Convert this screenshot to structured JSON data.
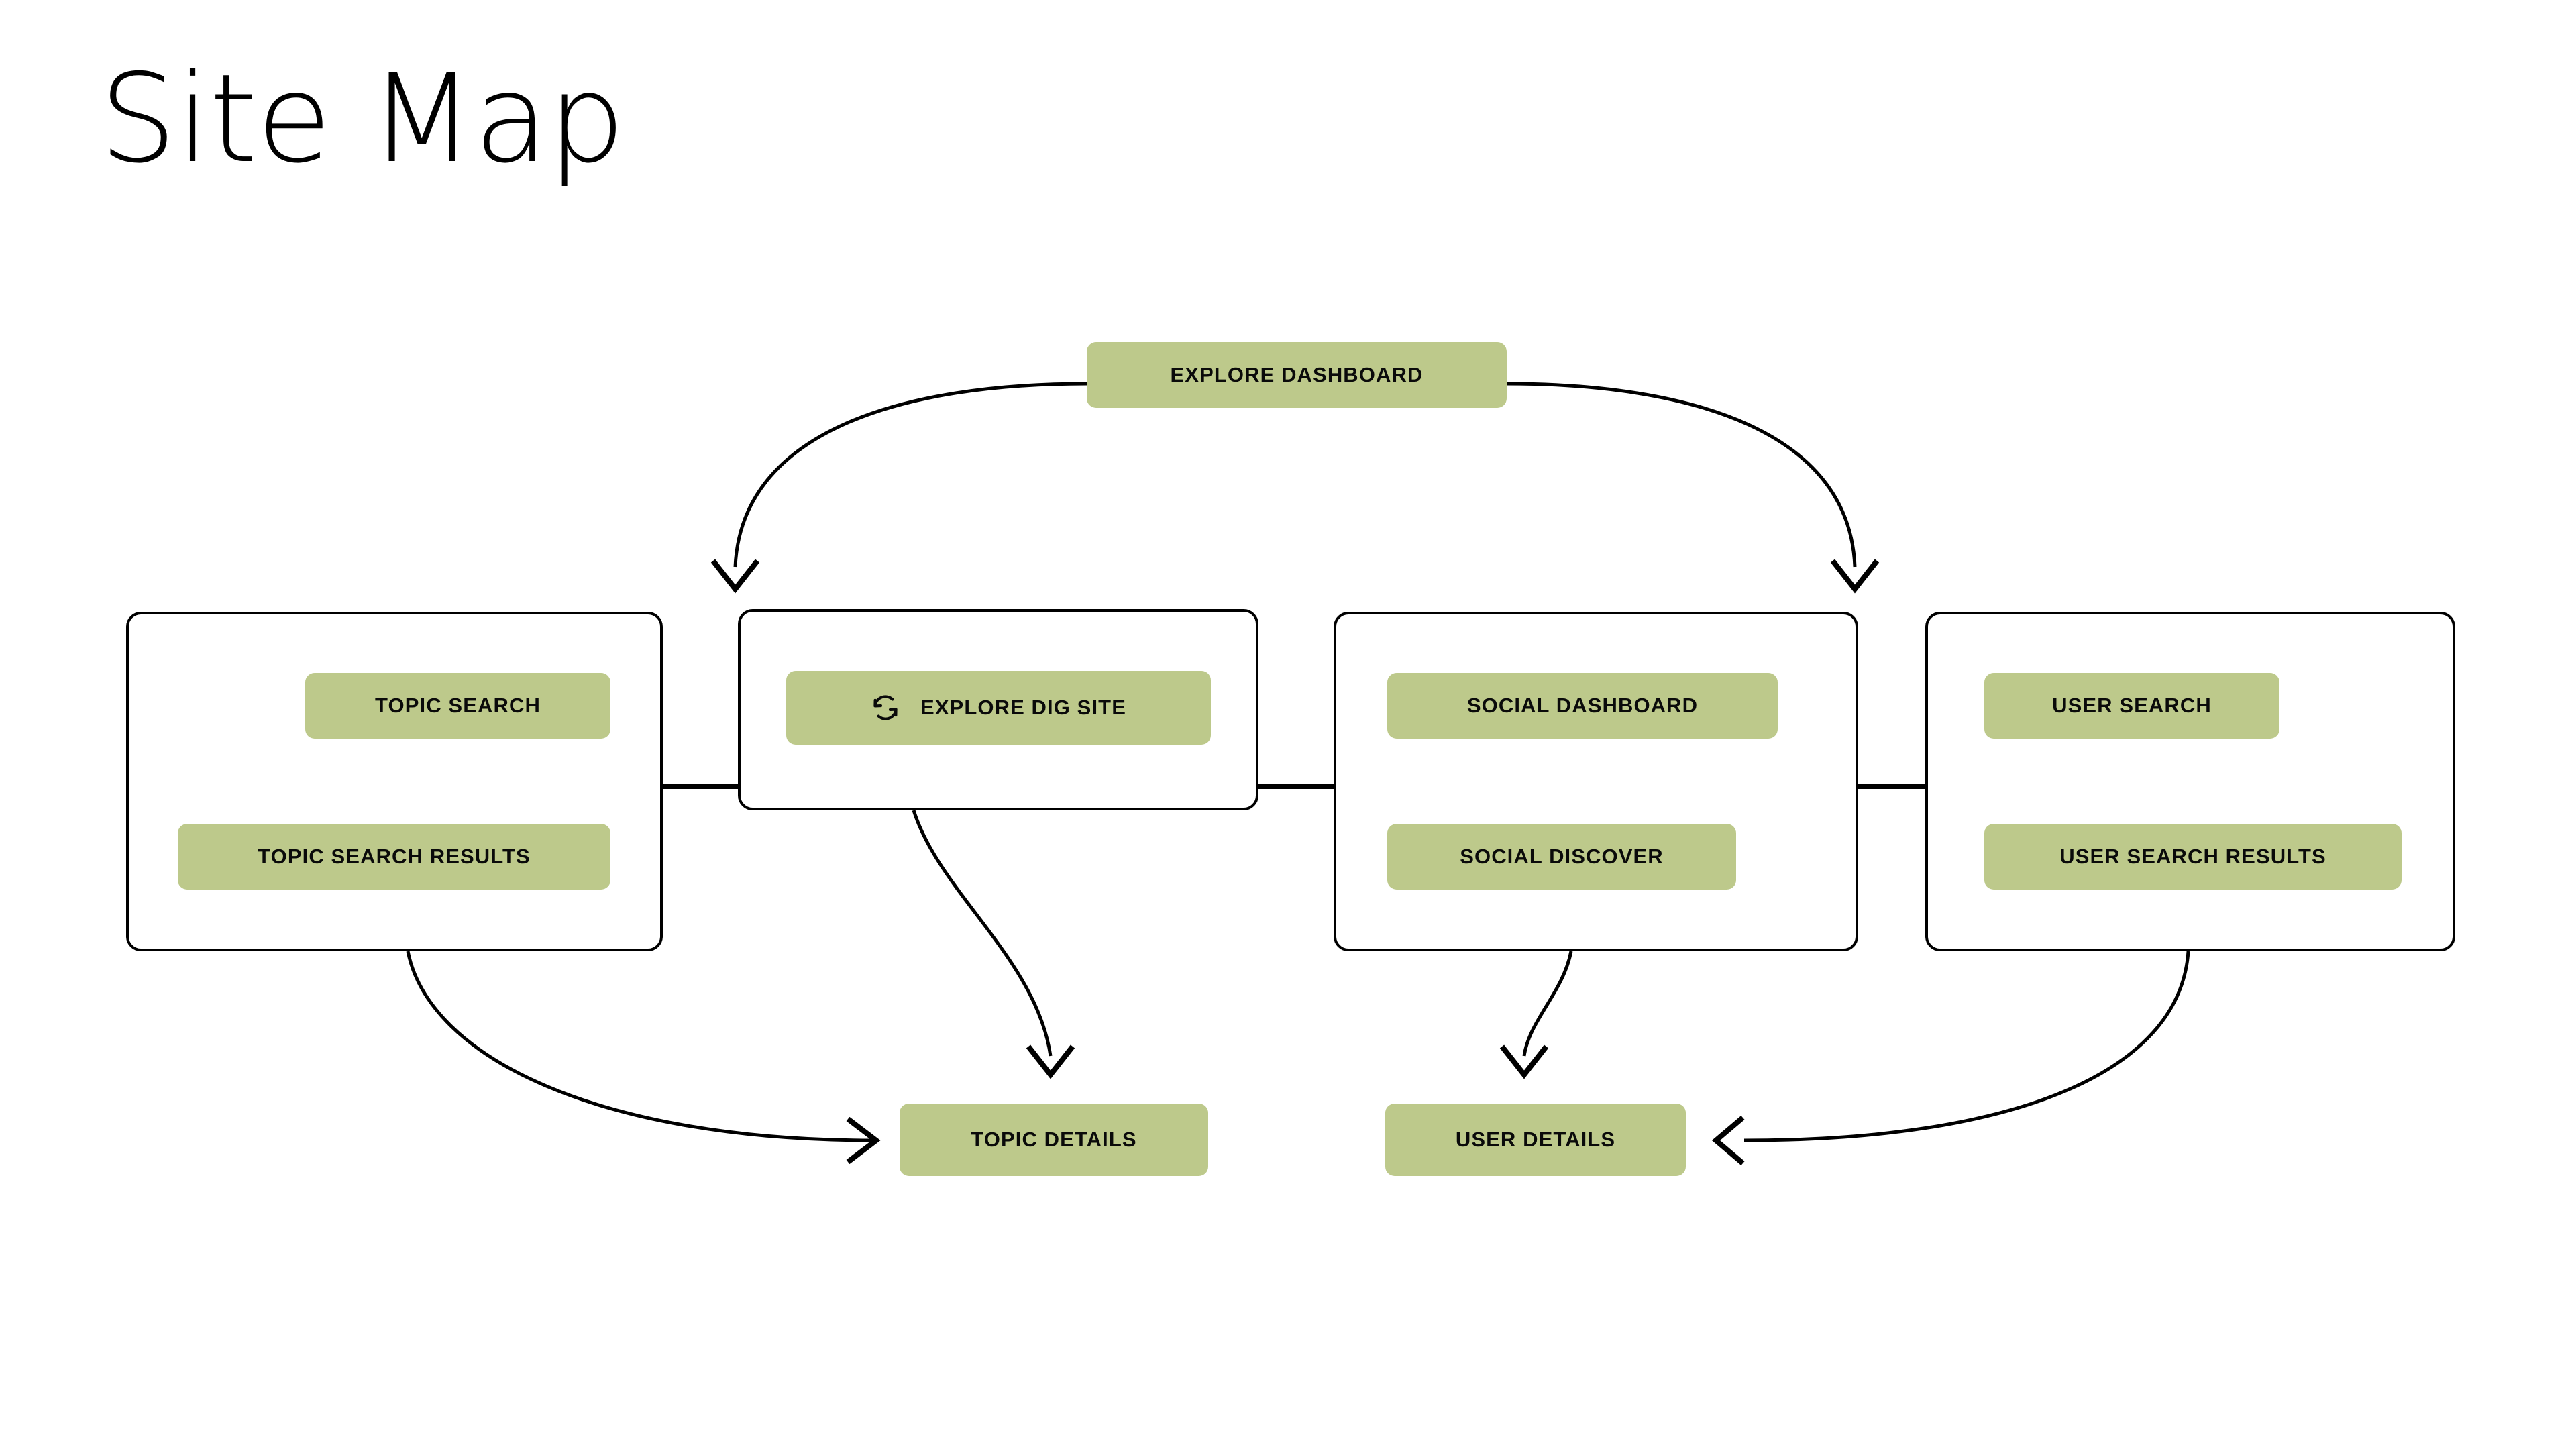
{
  "page": {
    "title": "Site Map",
    "background": "#ffffff",
    "accent_green": "#bdc98b",
    "stroke_color": "#000000",
    "text_color": "#0a0a0a"
  },
  "diagram": {
    "type": "site-map-flow",
    "root": {
      "id": "explore-dashboard",
      "label": "EXPLORE DASHBOARD"
    },
    "groups": [
      {
        "id": "topic-group",
        "nodes": [
          {
            "id": "topic-search",
            "label": "TOPIC SEARCH",
            "icon": null
          },
          {
            "id": "topic-search-results",
            "label": "TOPIC SEARCH RESULTS",
            "icon": null
          }
        ]
      },
      {
        "id": "explore-group",
        "nodes": [
          {
            "id": "explore-dig-site",
            "label": "EXPLORE DIG SITE",
            "icon": "refresh-icon"
          }
        ]
      },
      {
        "id": "social-group",
        "nodes": [
          {
            "id": "social-dashboard",
            "label": "SOCIAL DASHBOARD",
            "icon": null
          },
          {
            "id": "social-discover",
            "label": "SOCIAL DISCOVER",
            "icon": null
          }
        ]
      },
      {
        "id": "user-group",
        "nodes": [
          {
            "id": "user-search",
            "label": "USER SEARCH",
            "icon": null
          },
          {
            "id": "user-search-results",
            "label": "USER SEARCH RESULTS",
            "icon": null
          }
        ]
      }
    ],
    "detail_nodes": [
      {
        "id": "topic-details",
        "label": "TOPIC DETAILS"
      },
      {
        "id": "user-details",
        "label": "USER DETAILS"
      }
    ],
    "connections": [
      {
        "from": "explore-dashboard",
        "to": "explore-group",
        "style": "curve-arrow"
      },
      {
        "from": "explore-dashboard",
        "to": "user-group",
        "style": "curve-arrow"
      },
      {
        "from": "topic-group",
        "to": "explore-group",
        "style": "straight-line"
      },
      {
        "from": "explore-group",
        "to": "social-group",
        "style": "straight-line"
      },
      {
        "from": "social-group",
        "to": "user-group",
        "style": "straight-line"
      },
      {
        "from": "topic-group",
        "to": "topic-details",
        "style": "curve-arrow"
      },
      {
        "from": "explore-group",
        "to": "topic-details",
        "style": "curve-arrow"
      },
      {
        "from": "social-group",
        "to": "user-details",
        "style": "curve-arrow"
      },
      {
        "from": "user-group",
        "to": "user-details",
        "style": "curve-arrow"
      }
    ]
  }
}
